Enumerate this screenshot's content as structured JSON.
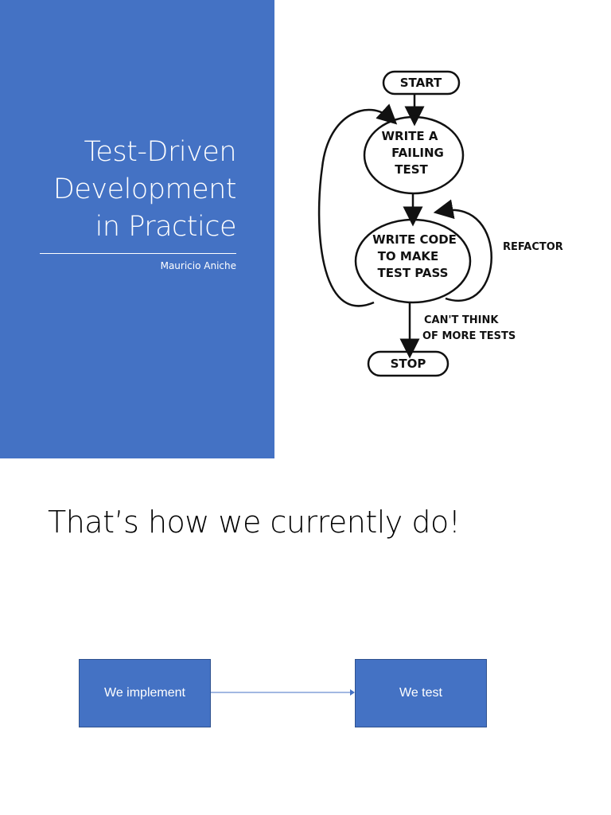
{
  "slide1": {
    "title_lines": [
      "Test-Driven",
      "Development",
      "in Practice"
    ],
    "author": "Mauricio Aniche",
    "flowchart": {
      "start": "START",
      "node1": [
        "WRITE A",
        "FAILING",
        "TEST"
      ],
      "node2": [
        "WRITE CODE",
        "TO MAKE",
        "TEST PASS"
      ],
      "refactor": "REFACTOR",
      "exit_label": [
        "CAN'T THINK",
        "OF MORE TESTS"
      ],
      "stop": "STOP"
    }
  },
  "slide2": {
    "heading": "That’s how we currently do!",
    "box1": "We implement",
    "box2": "We test",
    "accent_color": "#4472c4"
  }
}
